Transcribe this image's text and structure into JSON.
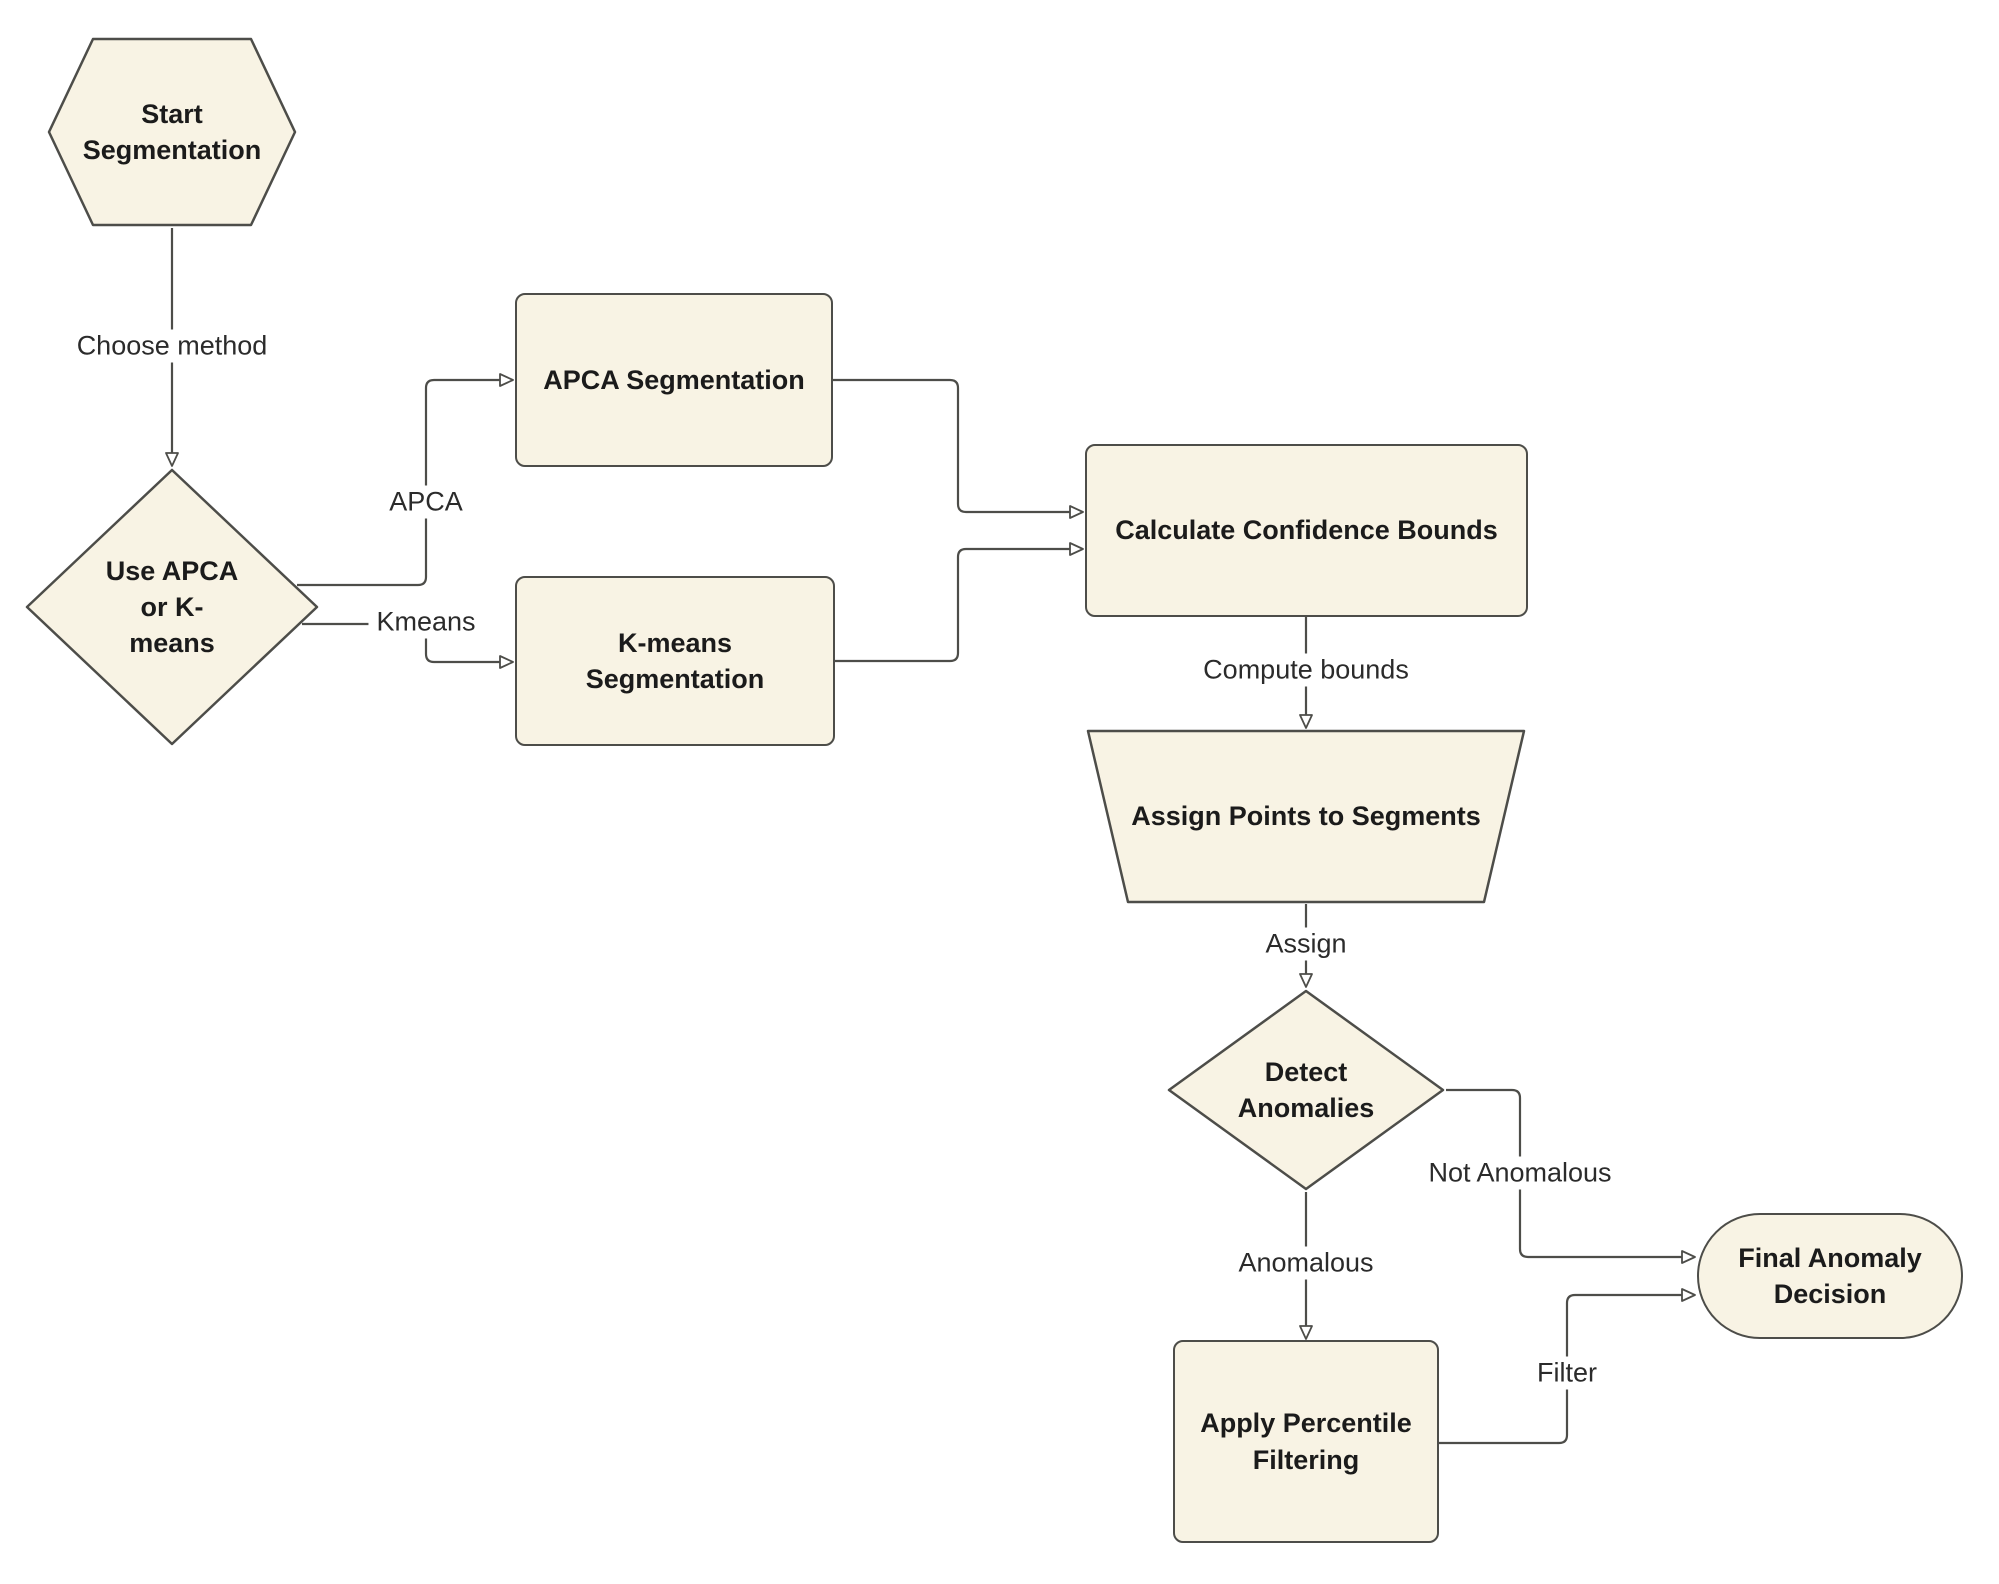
{
  "diagram": {
    "type": "flowchart",
    "colors": {
      "background": "#ffffff",
      "node_fill": "#f8f3e4",
      "node_border": "#4d4d49",
      "edge_line": "#4d4d49",
      "node_text": "#1b1b1b",
      "edge_label_text": "#2b2b2b"
    },
    "nodes": {
      "start": {
        "shape": "hexagon",
        "lines": [
          "Start",
          "Segmentation"
        ]
      },
      "choose": {
        "shape": "diamond",
        "lines": [
          "Use APCA",
          "or K-",
          "means"
        ]
      },
      "apca_seg": {
        "shape": "rect",
        "lines": [
          "APCA Segmentation"
        ]
      },
      "kmeans_seg": {
        "shape": "rect",
        "lines": [
          "K-means",
          "Segmentation"
        ]
      },
      "calc_bounds": {
        "shape": "rect",
        "lines": [
          "Calculate Confidence Bounds"
        ]
      },
      "assign_points": {
        "shape": "trapezoid",
        "lines": [
          "Assign Points to Segments"
        ]
      },
      "detect": {
        "shape": "diamond",
        "lines": [
          "Detect",
          "Anomalies"
        ]
      },
      "apply_filter": {
        "shape": "rect",
        "lines": [
          "Apply Percentile",
          "Filtering"
        ]
      },
      "final": {
        "shape": "stadium",
        "lines": [
          "Final Anomaly",
          "Decision"
        ]
      }
    },
    "edge_labels": {
      "choose_method": "Choose method",
      "apca": "APCA",
      "kmeans": "Kmeans",
      "compute_bounds": "Compute bounds",
      "assign": "Assign",
      "anomalous": "Anomalous",
      "not_anomalous": "Not Anomalous",
      "filter": "Filter"
    }
  }
}
